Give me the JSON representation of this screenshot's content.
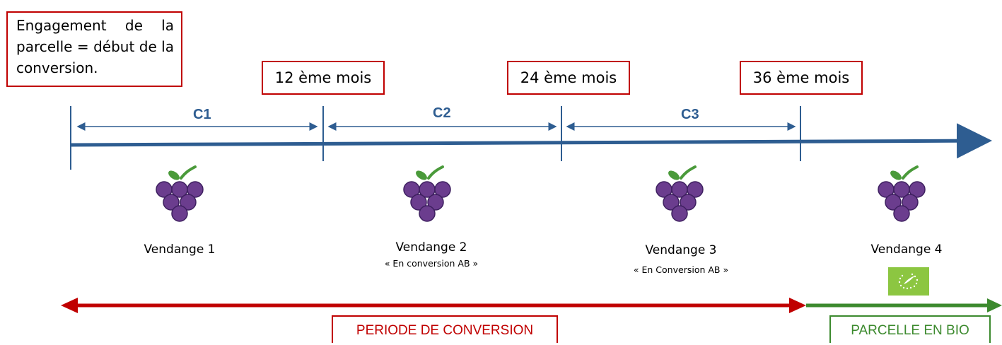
{
  "intro_text": "Engagement de la parcelle = début de la conversion.",
  "months": {
    "m12": "12 ème mois",
    "m24": "24 ème mois",
    "m36": "36 ème mois"
  },
  "phases": {
    "c1": "C1",
    "c2": "C2",
    "c3": "C3"
  },
  "harvests": [
    {
      "label": "Vendange 1",
      "sub": ""
    },
    {
      "label": "Vendange 2",
      "sub": "« En conversion AB »"
    },
    {
      "label": "Vendange 3",
      "sub": "« En Conversion AB »"
    },
    {
      "label": "Vendange 4",
      "sub": ""
    }
  ],
  "bottom": {
    "period": "PERIODE DE CONVERSION",
    "bio": "PARCELLE EN BIO"
  },
  "colors": {
    "timeline": "#2e5d91",
    "conversion": "#c00000",
    "bio": "#3c8a2e",
    "grape": "#6b3d8e",
    "leaf": "#4a9a3a",
    "eu_logo": "#8cc641"
  },
  "icons": [
    "grape-icon",
    "eu-organic-logo"
  ]
}
